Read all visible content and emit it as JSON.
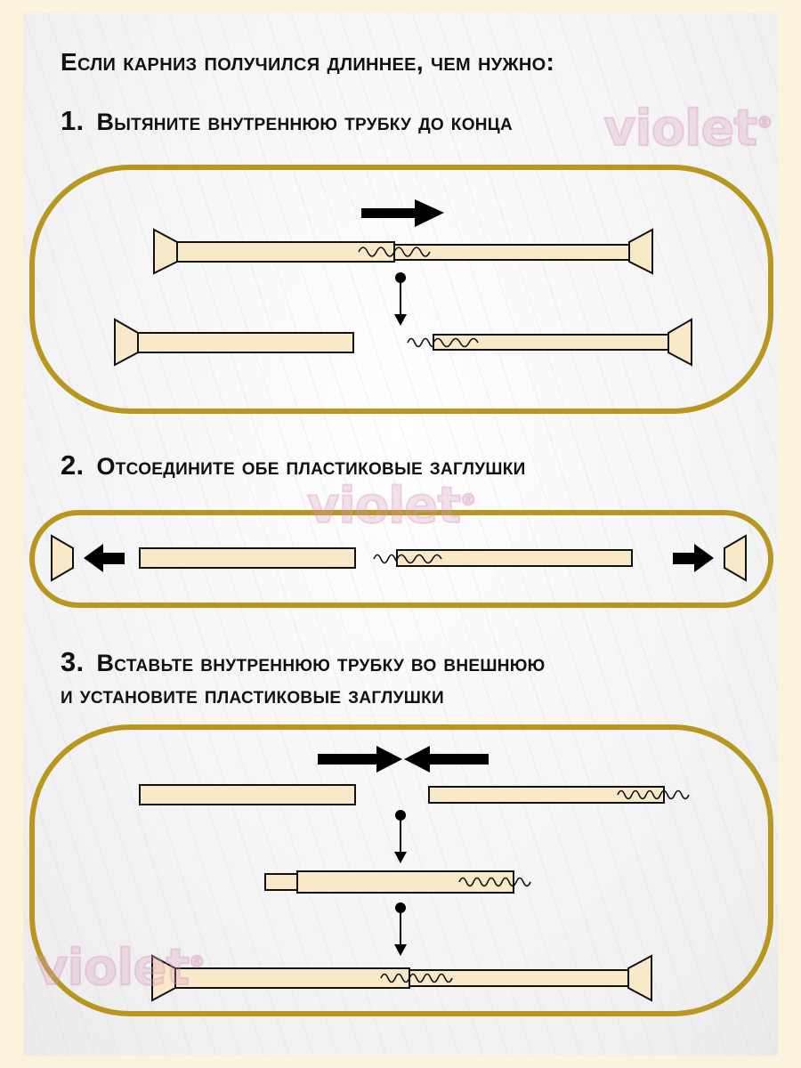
{
  "heading": "Если карниз получился длиннее, чем нужно:",
  "steps": [
    {
      "number": "1.",
      "lines": [
        "Вытяните внутреннюю трубку до конца"
      ]
    },
    {
      "number": "2.",
      "lines": [
        "Отсоедините обе пластиковые заглушки"
      ]
    },
    {
      "number": "3.",
      "lines": [
        "Вставьте внутреннюю трубку во внешнюю",
        "и установите пластиковые заглушки"
      ]
    }
  ],
  "watermark": {
    "text": "violet",
    "mark": "®"
  },
  "colors": {
    "frame": "#b8961f",
    "tube_fill": "#f8e9c8",
    "outline": "#111111",
    "arrow": "#000000",
    "watermark": "#d696be"
  },
  "icons": [
    "arrow-right-icon",
    "arrow-left-icon",
    "arrow-down-icon",
    "spring-icon",
    "end-cap-icon"
  ]
}
